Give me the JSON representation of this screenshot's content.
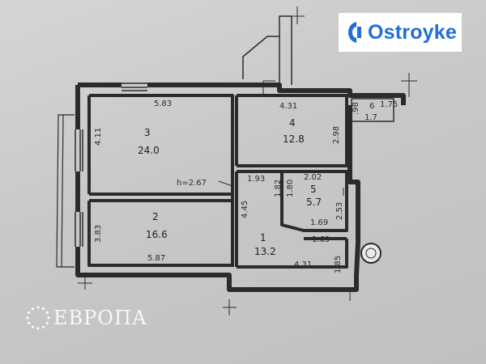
{
  "brand": {
    "name": "Ostroyke",
    "color": "#1f6fd6"
  },
  "watermark": {
    "text": "ЕВРОПА"
  },
  "rooms": [
    {
      "id": "3",
      "area": "24.0"
    },
    {
      "id": "4",
      "area": "12.8"
    },
    {
      "id": "2",
      "area": "16.6"
    },
    {
      "id": "1",
      "area": "13.2"
    },
    {
      "id": "5",
      "area": "5.7"
    },
    {
      "id": "6",
      "area": "1.7"
    }
  ],
  "dimensions": {
    "room3_width": "5.83",
    "room3_height": "4.11",
    "ceiling_height": "h=2.67",
    "room4_width": "4.31",
    "room4_height": "2.98",
    "room6_width": "1.75",
    "room6_height": ".98",
    "room2_height": "3.83",
    "room2_width": "5.87",
    "hall_top": "1.93",
    "hall_height": "4.45",
    "bath_inner_left": "1.80",
    "bath_left": "1.82",
    "bath_top": "2.02",
    "bath_right": "2.53",
    "bath_bottom": "1.69",
    "hall_mid": "1.69",
    "hall_bottom": "4.31",
    "hall_right": "1.85"
  }
}
